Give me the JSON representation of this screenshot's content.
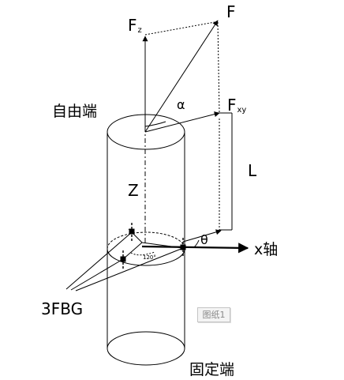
{
  "labels": {
    "F": "F",
    "Fz_main": "F",
    "Fz_sub": "z",
    "Fxy_main": "F",
    "Fxy_sub": "xy",
    "alpha": "α",
    "L": "L",
    "Z": "Z",
    "theta": "θ",
    "x_axis": "x轴",
    "free_end": "自由端",
    "fixed_end": "固定端",
    "fbg": "3FBG",
    "angle_120": "120°"
  },
  "sheet_tab": {
    "label": "图纸1"
  }
}
